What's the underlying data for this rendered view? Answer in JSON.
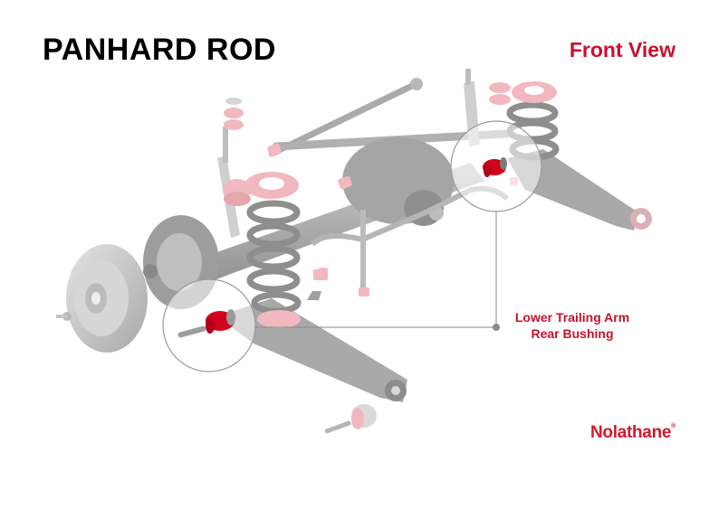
{
  "title": "PANHARD ROD",
  "view_label": "Front View",
  "callout": {
    "line1": "Lower Trailing Arm",
    "line2": "Rear Bushing"
  },
  "brand": {
    "name": "Nolathane",
    "mark": "®"
  },
  "colors": {
    "accent_red": "#c8102e",
    "part_gray": "#9a9a9a",
    "bushing_pink": "#f2b8bf",
    "highlight_red": "#d0021b"
  },
  "icons": [
    "suspension-assembly-illustration",
    "detail-magnifier-circle",
    "bushing-icon"
  ]
}
